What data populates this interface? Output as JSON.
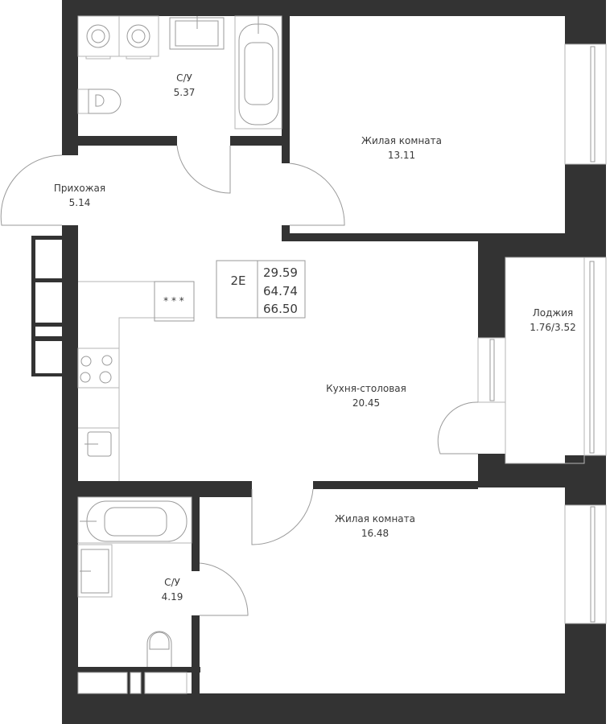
{
  "plan": {
    "type_code": "2E",
    "areas": [
      "29.59",
      "64.74",
      "66.50"
    ]
  },
  "rooms": [
    {
      "id": "bathroom-1",
      "name": "С/У",
      "area": "5.37"
    },
    {
      "id": "hallway",
      "name": "Прихожая",
      "area": "5.14"
    },
    {
      "id": "living-room-1",
      "name": "Жилая комната",
      "area": "13.11"
    },
    {
      "id": "loggia",
      "name": "Лоджия",
      "area": "1.76/3.52"
    },
    {
      "id": "kitchen-dining",
      "name": "Кухня-столовая",
      "area": "20.45"
    },
    {
      "id": "living-room-2",
      "name": "Жилая комната",
      "area": "16.48"
    },
    {
      "id": "bathroom-2",
      "name": "С/У",
      "area": "4.19"
    }
  ],
  "colors": {
    "wall": "#333333",
    "fixture_line": "#9a9a9a",
    "background": "#ffffff"
  }
}
